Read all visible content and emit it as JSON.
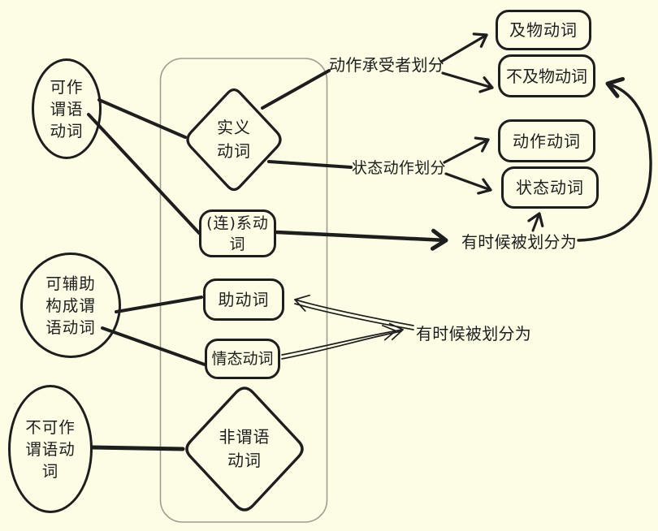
{
  "diagram": {
    "title_hint": "verb-classification-flowchart",
    "colors": {
      "background": "#fdfce5",
      "ink": "#1e1e1e",
      "container_stroke": "#9d9d90"
    },
    "nodes": {
      "kezuo": {
        "label": "可作\n谓语\n动词"
      },
      "shiyi": {
        "label": "实义\n动词"
      },
      "lianxi": {
        "label": "(连)系动\n词"
      },
      "jiwu": {
        "label": "及物动词"
      },
      "bujiwu": {
        "label": "不及物动词"
      },
      "dongzuo": {
        "label": "动作动词"
      },
      "zhuangtai": {
        "label": "状态动词"
      },
      "kefuzhu": {
        "label": "可辅助\n构成谓\n语动词"
      },
      "zhu": {
        "label": "助动词"
      },
      "qingtai": {
        "label": "情态动词"
      },
      "bukezuo": {
        "label": "不可作\n谓语动\n词"
      },
      "feiweiyu": {
        "label": "非谓语\n动词"
      }
    },
    "labels": {
      "action_receiver_split": "动作承受者划分",
      "state_action_split": "状态动作划分",
      "sometimes_classified_right": "有时候被划分为",
      "sometimes_classified_mid": "有时候被划分为"
    }
  }
}
